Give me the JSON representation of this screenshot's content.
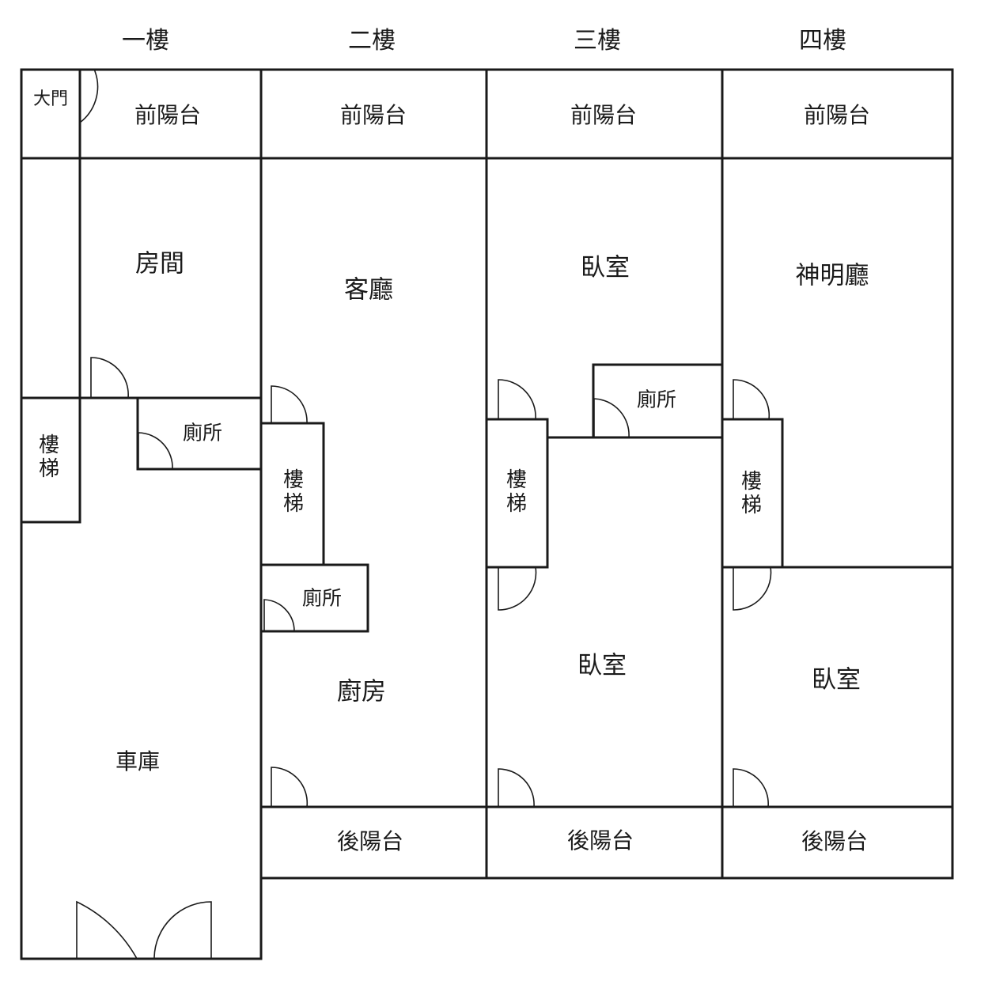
{
  "floors": [
    {
      "name": "一樓",
      "rooms": {
        "gate": "大門",
        "front_balcony": "前陽台",
        "room": "房間",
        "stairs": "樓梯",
        "toilet": "廁所",
        "garage": "車庫"
      }
    },
    {
      "name": "二樓",
      "rooms": {
        "front_balcony": "前陽台",
        "living_room": "客廳",
        "stairs": "樓梯",
        "toilet": "廁所",
        "kitchen": "廚房",
        "rear_balcony": "後陽台"
      }
    },
    {
      "name": "三樓",
      "rooms": {
        "front_balcony": "前陽台",
        "bedroom_front": "臥室",
        "toilet": "廁所",
        "stairs": "樓梯",
        "bedroom_rear": "臥室",
        "rear_balcony": "後陽台"
      }
    },
    {
      "name": "四樓",
      "rooms": {
        "front_balcony": "前陽台",
        "shrine_hall": "神明廳",
        "stairs": "樓梯",
        "bedroom": "臥室",
        "rear_balcony": "後陽台"
      }
    }
  ],
  "colors": {
    "wall": "#1a1a1a",
    "background": "#ffffff"
  }
}
